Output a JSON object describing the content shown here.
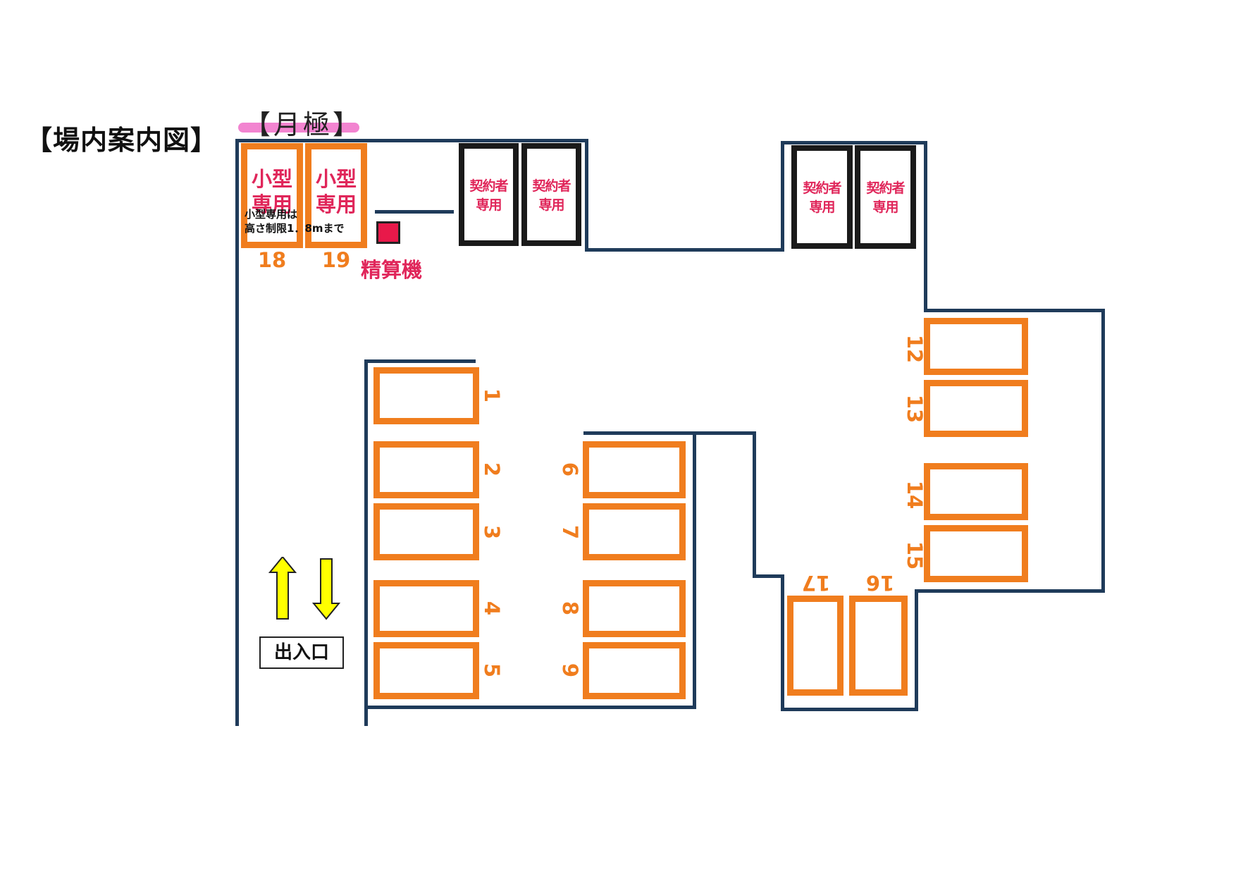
{
  "title": "【場内案内図】",
  "monthly_label": "【月極】",
  "small_only_label": "小型\n専用",
  "contract_label": "契約者\n専用",
  "height_note": "小型専用は\n高さ制限1．8mまで",
  "payment_machine": "精算機",
  "entrance_label": "出入口",
  "colors": {
    "wall": "#1f3b5a",
    "space_border": "#f07d1e",
    "space_number": "#f07d1e",
    "monthly_border": "#1a1a1a",
    "accent_text": "#e0265a",
    "payment_machine": "#e8194a",
    "highlight": "#f06ec8",
    "arrow_fill": "#ffff00"
  },
  "spaces": [
    {
      "number": "1"
    },
    {
      "number": "2"
    },
    {
      "number": "3"
    },
    {
      "number": "4"
    },
    {
      "number": "5"
    },
    {
      "number": "6"
    },
    {
      "number": "7"
    },
    {
      "number": "8"
    },
    {
      "number": "9"
    },
    {
      "number": "12"
    },
    {
      "number": "13"
    },
    {
      "number": "14"
    },
    {
      "number": "15"
    },
    {
      "number": "16"
    },
    {
      "number": "17"
    },
    {
      "number": "18",
      "type": "small_only"
    },
    {
      "number": "19",
      "type": "small_only"
    }
  ],
  "arrows": [
    {
      "direction": "up",
      "icon": "arrow-up-icon"
    },
    {
      "direction": "down",
      "icon": "arrow-down-icon"
    }
  ]
}
